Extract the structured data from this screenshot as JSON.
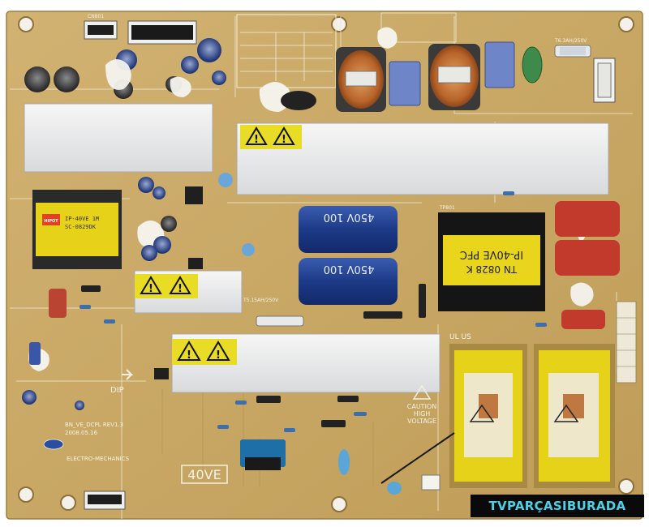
{
  "board": {
    "model_label": "40VE",
    "pfc_label_line1": "IP-40VE PFC",
    "pfc_label_line2": "TN 0828 K",
    "xfmr_label_line1": "IP-40VE 1M",
    "xfmr_label_line2": "SC-0829DK",
    "caution_title": "CAUTION",
    "caution_line1": "HIGH",
    "caution_line2": "VOLTAGE",
    "cap_rating_1": "450V 100",
    "cap_rating_2": "450V 100",
    "fuse_label": "T6.3AH/250V",
    "fuse_label_2": "T5.15AH/250V",
    "rev_label": "BN_VE_DCPL REV1.3",
    "date_label": "2008.05.16",
    "maker_label": "ELECTRO-MECHANICS",
    "dip_label": "DIP",
    "ul_label": "UL US",
    "ref_pfc": "TP801",
    "ref_mains": "CN801"
  },
  "watermark": {
    "text": "TVPARÇASIBURADA"
  },
  "colors": {
    "pcb": "#c9a865",
    "heatsink": "#ecedee",
    "transformer_yellow": "#e7d21a",
    "capacitor_blue": "#1f3f8f",
    "watermark_text": "#4ad0e8"
  }
}
